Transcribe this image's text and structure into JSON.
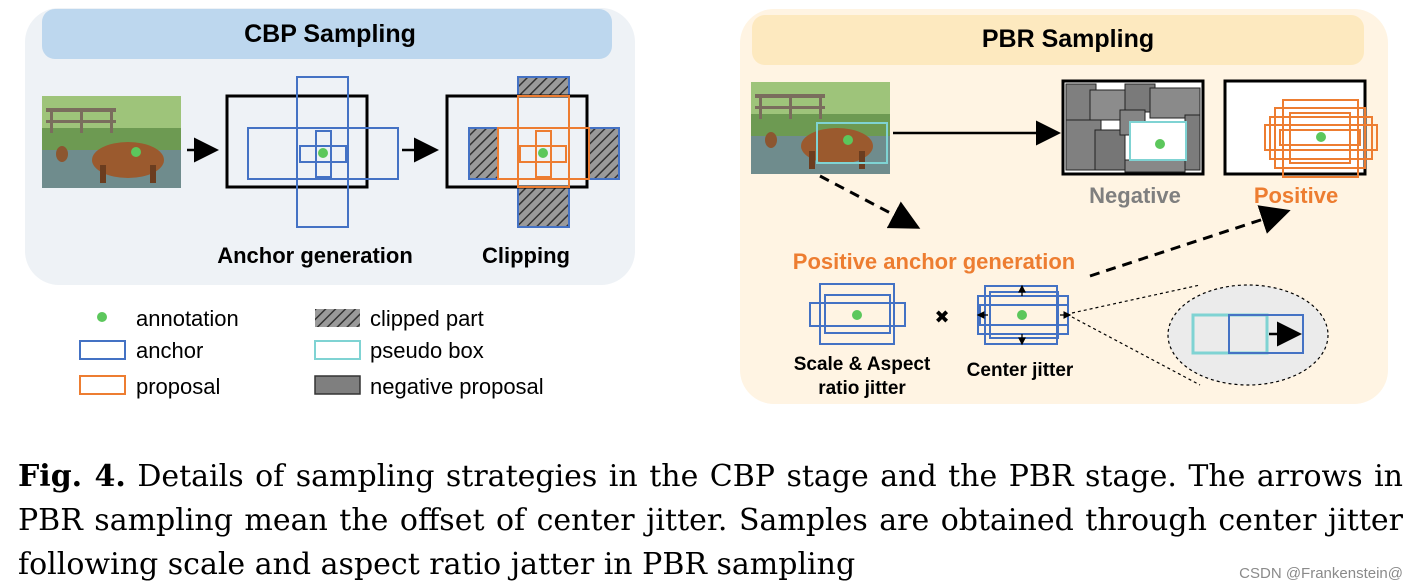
{
  "cbp": {
    "title": "CBP Sampling",
    "label_anchor_generation": "Anchor generation",
    "label_clipping": "Clipping"
  },
  "pbr": {
    "title": "PBR Sampling",
    "label_negative": "Negative",
    "label_positive": "Positive",
    "label_positive_anchor_generation": "Positive anchor generation",
    "label_scale_aspect_line1": "Scale & Aspect",
    "label_scale_aspect_line2": "ratio jitter",
    "label_center_jitter": "Center jitter",
    "multiply_symbol": "✖"
  },
  "legend": {
    "annotation": "annotation",
    "anchor": "anchor",
    "proposal": "proposal",
    "clipped_part": "clipped part",
    "pseudo_box": "pseudo box",
    "negative_proposal": "negative proposal"
  },
  "caption": {
    "label": "Fig. 4.",
    "text": "Details of sampling strategies in the CBP stage and the PBR stage. The arrows in PBR sampling mean the offset of center jitter. Samples are obtained through center jitter following scale and aspect ratio jatter in PBR sampling"
  },
  "watermark": "CSDN @Frankenstein@",
  "colors": {
    "anchor_blue": "#4472c4",
    "proposal_orange": "#ed7d31",
    "annotation_green": "#5cc75c",
    "pseudo_cyan": "#7fd3d3",
    "negative_gray": "#7f7f7f",
    "cbp_panel": "#eef2f6",
    "cbp_header": "#bdd7ee",
    "pbr_panel": "#fff4e3",
    "pbr_header": "#fde9bf"
  }
}
